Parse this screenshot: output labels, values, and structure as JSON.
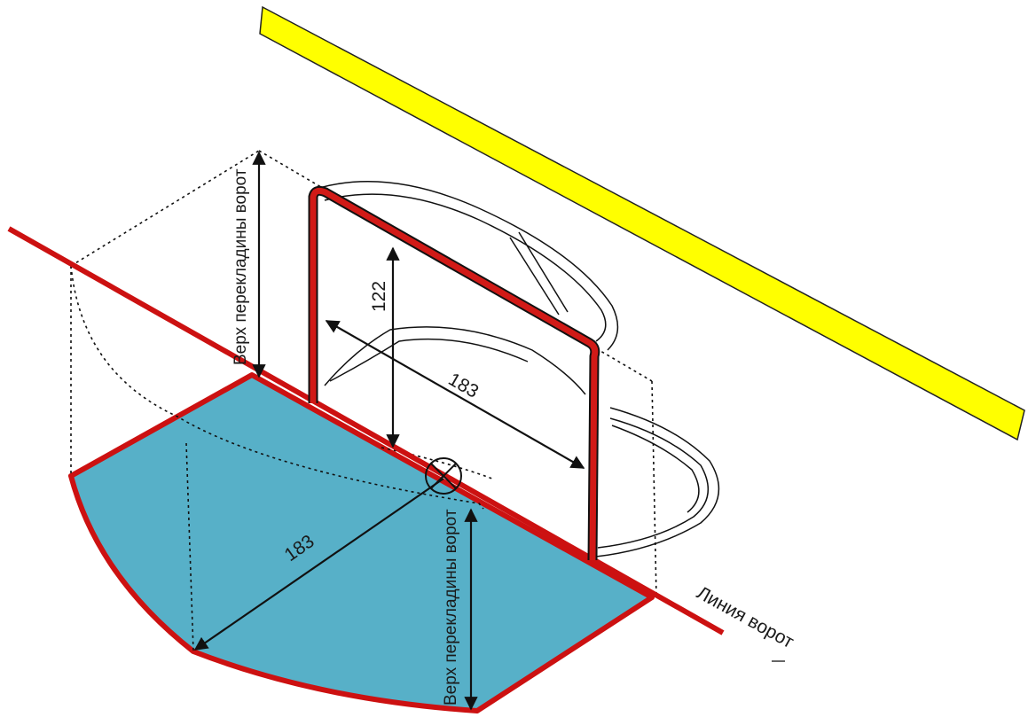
{
  "diagram": {
    "labels": {
      "crossbar_top_upper": "Верх перекладины ворот",
      "crossbar_top_lower": "Верх перекладины ворот",
      "goal_height": "122",
      "goal_width": "183",
      "crease_radius": "183",
      "goal_line": "Линия ворот"
    },
    "colors": {
      "crease_fill": "#57b0c8",
      "goal_frame": "#d11a17",
      "goal_line": "#cc1111",
      "board_line": "#ffff00"
    }
  }
}
